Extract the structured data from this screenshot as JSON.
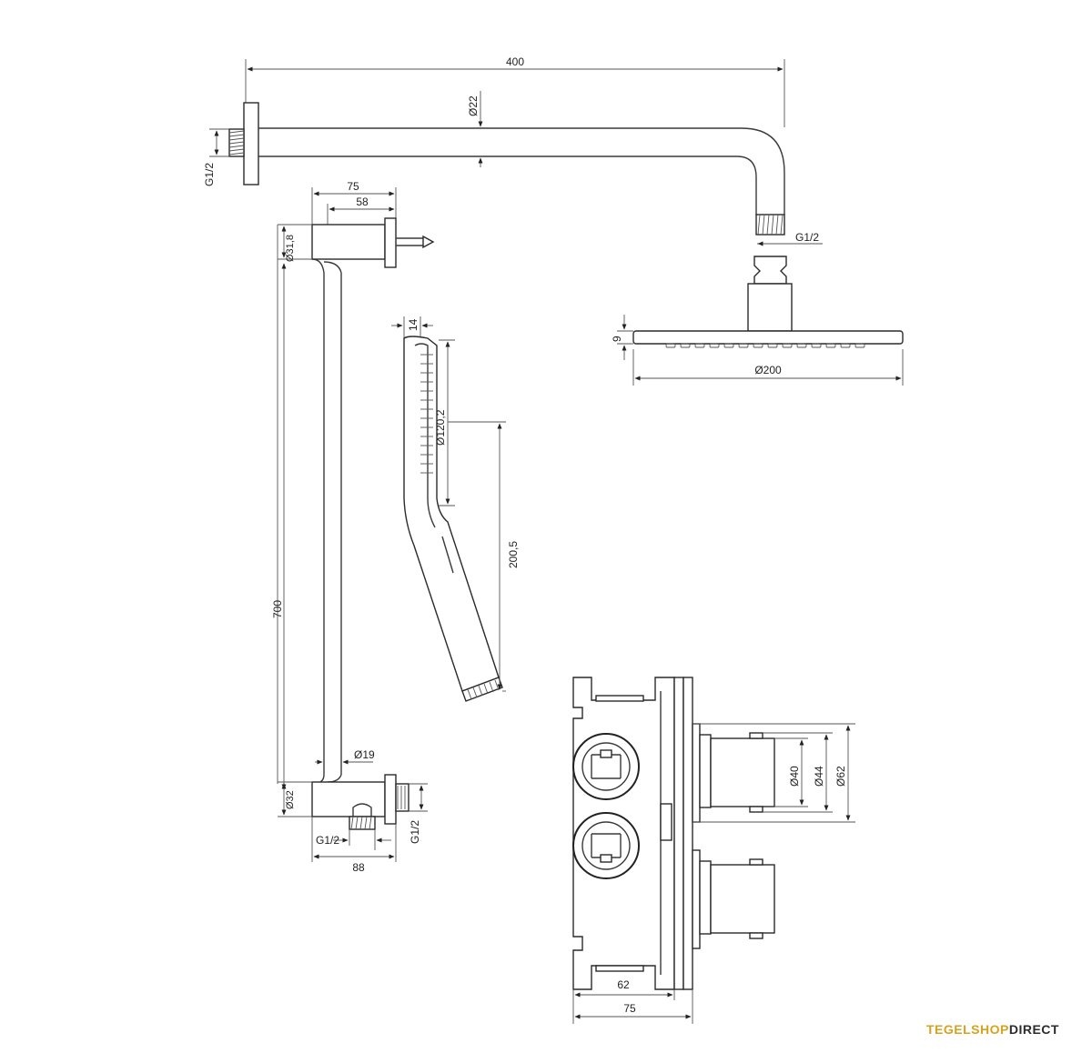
{
  "colors": {
    "line": "#3a3a3a",
    "brand_accent": "#d6a21f",
    "brand_dark": "#2b2b2b"
  },
  "dimensions": {
    "arm_length": "400",
    "arm_diameter": "Ø22",
    "wall_thread_top": "G1/2",
    "head_thread": "G1/2",
    "head_height": "9",
    "head_diameter": "Ø200",
    "holder_75": "75",
    "holder_58": "58",
    "bar_tube_diam": "Ø31,8",
    "bar_length": "700",
    "bar_diameter": "Ø19",
    "bar_bottom_diam": "Ø32",
    "bar_bottom_thread": "G1/2",
    "bar_bottom_88": "88",
    "bar_side_thread": "G1/2",
    "hand_14": "14",
    "hand_diam": "Ø120,2",
    "hand_length": "200,5",
    "valve_d40": "Ø40",
    "valve_d44": "Ø44",
    "valve_d62": "Ø62",
    "valve_62": "62",
    "valve_75": "75"
  },
  "brand": {
    "part1": "TEGEL",
    "part2": "SHOP",
    "part3": "DIRECT"
  }
}
